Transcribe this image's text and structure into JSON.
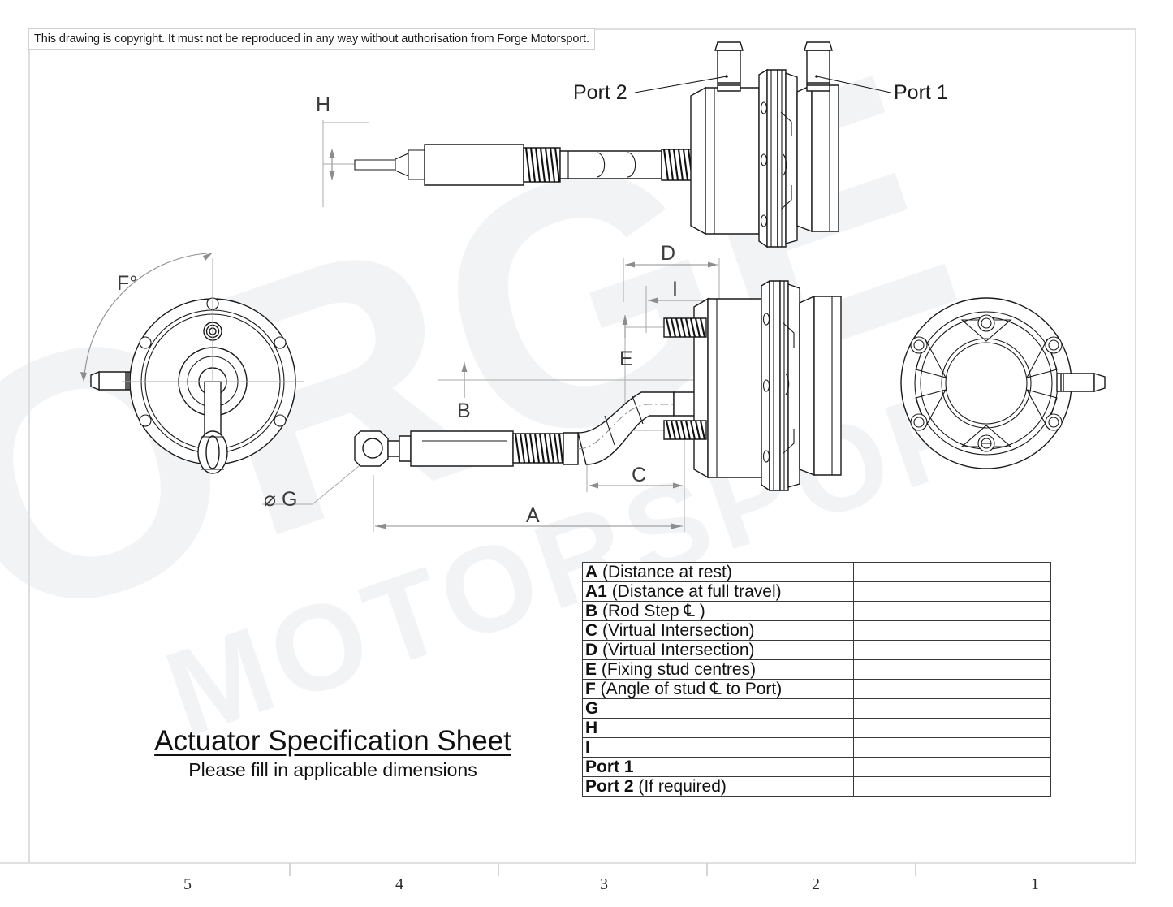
{
  "document": {
    "copyright_notice": "This drawing is copyright. It must not be reproduced in any way without authorisation from Forge Motorsport.",
    "watermark_brand": "FORGE",
    "watermark_sub": "MOTORSPORT"
  },
  "title_block": {
    "title": "Actuator Specification Sheet",
    "subtitle": "Please fill in applicable dimensions"
  },
  "callouts": {
    "port2": "Port 2",
    "port1": "Port 1"
  },
  "dimension_labels": {
    "H": "H",
    "F": "F°",
    "G": "⌀ G",
    "B": "B",
    "C": "C",
    "D": "D",
    "E": "E",
    "I": "I",
    "A": "A"
  },
  "spec_table": {
    "rows": [
      {
        "key": "A",
        "desc": " (Distance at rest)",
        "value": ""
      },
      {
        "key": "A1",
        "desc": "  (Distance at full travel)",
        "value": ""
      },
      {
        "key": "B",
        "desc": " (Rod Step ℄ )",
        "value": ""
      },
      {
        "key": "C",
        "desc": " (Virtual Intersection)",
        "value": ""
      },
      {
        "key": "D",
        "desc": " (Virtual Intersection)",
        "value": ""
      },
      {
        "key": "E",
        "desc": " (Fixing stud centres)",
        "value": ""
      },
      {
        "key": "F",
        "desc": " (Angle of stud ℄ to Port)",
        "value": ""
      },
      {
        "key": "G",
        "desc": "",
        "value": ""
      },
      {
        "key": "H",
        "desc": "",
        "value": ""
      },
      {
        "key": "I",
        "desc": "",
        "value": ""
      },
      {
        "key": "Port 1",
        "desc": "",
        "value": ""
      },
      {
        "key": "Port 2",
        "desc": " (If required)",
        "value": ""
      }
    ]
  },
  "zone_ruler": {
    "numbers": [
      "5",
      "4",
      "3",
      "2",
      "1"
    ]
  },
  "colors": {
    "line": "#1a1a1a",
    "dimension": "#8d8d8d",
    "frame": "#dedede",
    "watermark": "#f2f3f5"
  }
}
